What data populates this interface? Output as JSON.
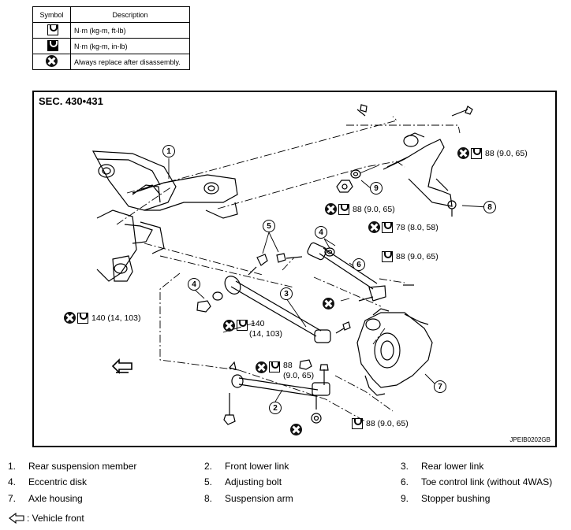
{
  "symbols": {
    "header": {
      "symbol": "Symbol",
      "description": "Description"
    },
    "rows": [
      {
        "icon": "torque-wrench-icon",
        "description": "N·m (kg-m, ft-lb)"
      },
      {
        "icon": "torque-wrench-filled-icon",
        "description": "N·m (kg-m, in-lb)"
      },
      {
        "icon": "replace-x-icon",
        "description": "Always replace after disassembly."
      }
    ]
  },
  "diagram": {
    "section": "SEC. 430•431",
    "code": "JPEIB0202GB",
    "callouts": {
      "c1": "88 (9.0, 65)",
      "c2": "88 (9.0, 65)",
      "c3": "78 (8.0, 58)",
      "c4": "88 (9.0, 65)",
      "c5": "140 (14, 103)",
      "c6_line1": "140",
      "c6_line2": "(14, 103)",
      "c7_line1": "88",
      "c7_line2": "(9.0, 65)",
      "c8": "88 (9.0, 65)"
    },
    "labels": [
      "1",
      "2",
      "3",
      "4",
      "4",
      "5",
      "6",
      "7",
      "8",
      "9"
    ]
  },
  "parts": [
    {
      "num": "1.",
      "name": "Rear suspension member"
    },
    {
      "num": "2.",
      "name": "Front lower link"
    },
    {
      "num": "3.",
      "name": "Rear lower link"
    },
    {
      "num": "4.",
      "name": "Eccentric disk"
    },
    {
      "num": "5.",
      "name": "Adjusting bolt"
    },
    {
      "num": "6.",
      "name": "Toe control link (without 4WAS)"
    },
    {
      "num": "7.",
      "name": "Axle housing"
    },
    {
      "num": "8.",
      "name": "Suspension arm"
    },
    {
      "num": "9.",
      "name": "Stopper bushing"
    }
  ],
  "vehicle_front": ": Vehicle front"
}
